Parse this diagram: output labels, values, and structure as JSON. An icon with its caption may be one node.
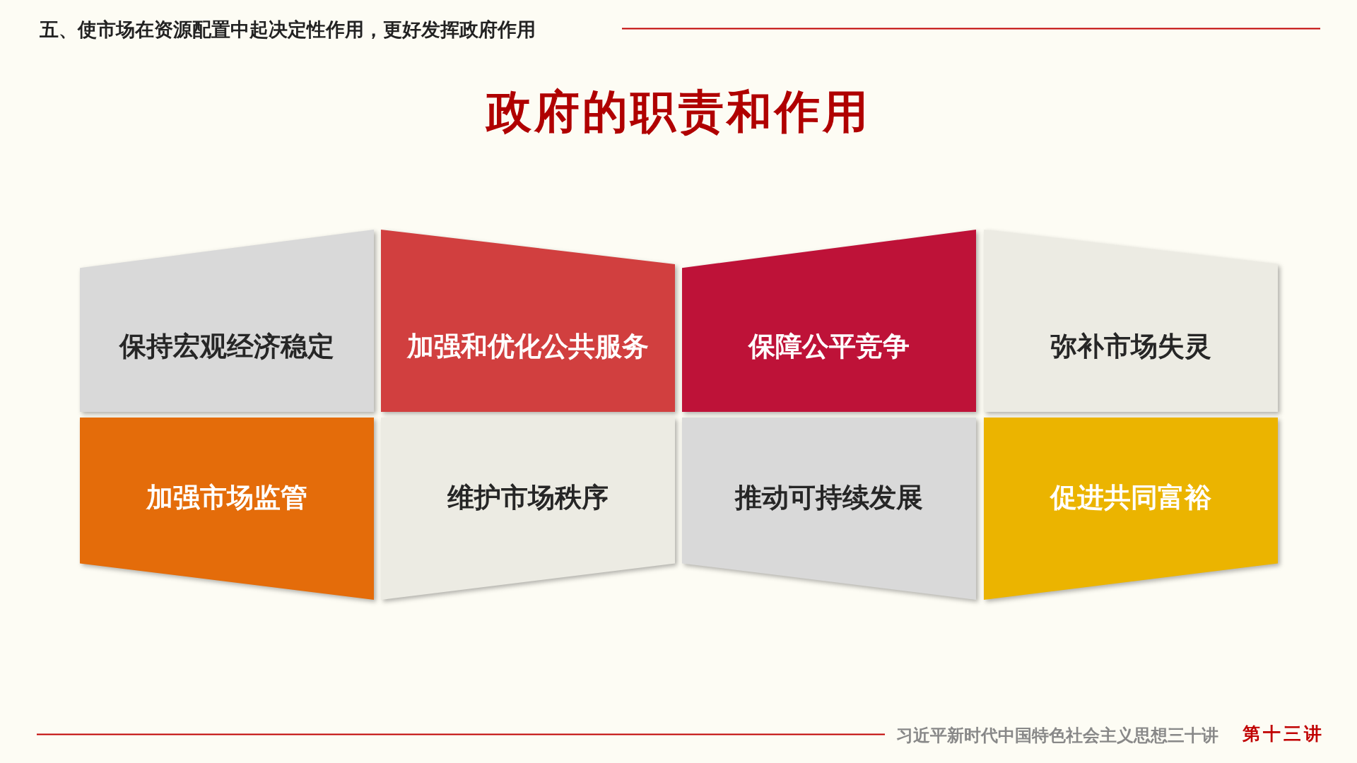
{
  "diagram": {
    "title": "政府的职责和作用",
    "nodes": [
      {
        "text": [
          "保持宏观经济稳定"
        ]
      },
      {
        "text": [
          "加强和优化公共服务"
        ]
      },
      {
        "text": [
          "保障公平竞争"
        ]
      },
      {
        "text": [
          "弥补市场失灵"
        ]
      },
      {
        "text": [
          "加强市场监管"
        ]
      },
      {
        "text": [
          "维护市场秩序"
        ]
      },
      {
        "text": [
          "推动可持续发展"
        ]
      },
      {
        "text": [
          "促进共同富裕"
        ]
      }
    ],
    "edges": [],
    "labels": [
      "五、使市场在资源配置中起决定性作用，更好发挥政府作用",
      "习近平新时代中国特色社会主义思想三十讲",
      "第十三讲"
    ]
  }
}
